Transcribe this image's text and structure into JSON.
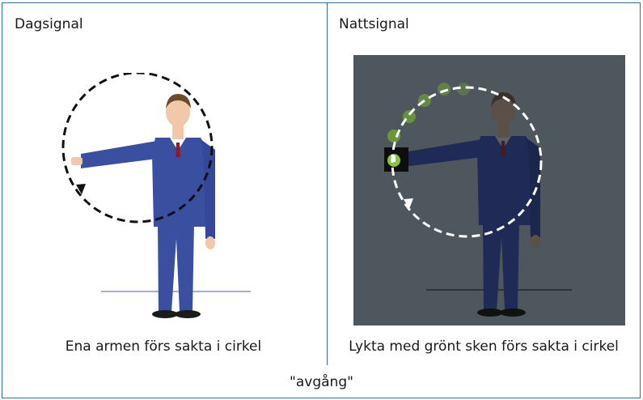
{
  "day": {
    "title": "Dagsignal",
    "caption": "Ena armen förs sakta i cirkel"
  },
  "night": {
    "title": "Nattsignal",
    "caption": "Lykta med grönt sken förs sakta i cirkel"
  },
  "footer": "\"avgång\"",
  "colors": {
    "border": "#2f6f9f",
    "uniform": "#3a4fa0",
    "night_bg": "#4d575d",
    "lamp_green": "#8bc43f"
  }
}
